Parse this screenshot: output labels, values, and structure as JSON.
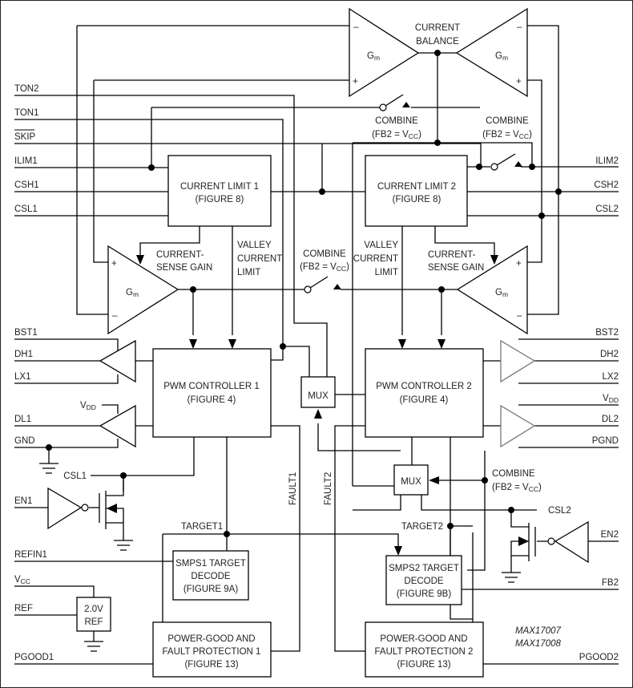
{
  "diagram": {
    "title": "MAX17007 / MAX17008 Functional Block Diagram",
    "part_numbers": [
      "MAX17007",
      "MAX17008"
    ],
    "left_pins": {
      "ton2": "TON2",
      "ton1": "TON1",
      "skip": "SKIP",
      "ilim1": "ILIM1",
      "csh1": "CSH1",
      "csl1": "CSL1",
      "bst1": "BST1",
      "dh1": "DH1",
      "lx1": "LX1",
      "vdd_main": "V",
      "vdd_sub": "DD",
      "dl1": "DL1",
      "gnd": "GND",
      "en1": "EN1",
      "refin1": "REFIN1",
      "vcc_main": "V",
      "vcc_sub": "CC",
      "ref": "REF",
      "pgood1": "PGOOD1"
    },
    "right_pins": {
      "ilim2": "ILIM2",
      "csh2": "CSH2",
      "csl2": "CSL2",
      "bst2": "BST2",
      "dh2": "DH2",
      "lx2": "LX2",
      "vdd_main": "V",
      "vdd_sub": "DD",
      "dl2": "DL2",
      "pgnd": "PGND",
      "en2": "EN2",
      "fb2": "FB2",
      "pgood2": "PGOOD2"
    },
    "blocks": {
      "current_limit_1": [
        "CURRENT LIMIT 1",
        "(FIGURE 8)"
      ],
      "current_limit_2": [
        "CURRENT LIMIT 2",
        "(FIGURE 8)"
      ],
      "pwm_controller_1": [
        "PWM CONTROLLER 1",
        "(FIGURE 4)"
      ],
      "pwm_controller_2": [
        "PWM CONTROLLER 2",
        "(FIGURE 4)"
      ],
      "mux_1": "MUX",
      "mux_2": "MUX",
      "smps1_target_decode": [
        "SMPS1 TARGET",
        "DECODE",
        "(FIGURE 9A)"
      ],
      "smps2_target_decode": [
        "SMPS2 TARGET",
        "DECODE",
        "(FIGURE 9B)"
      ],
      "ref_block": [
        "2.0V",
        "REF"
      ],
      "power_good_1": [
        "POWER-GOOD AND",
        "FAULT PROTECTION 1",
        "(FIGURE 13)"
      ],
      "power_good_2": [
        "POWER-GOOD AND",
        "FAULT PROTECTION 2",
        "(FIGURE 13)"
      ]
    },
    "amplifiers": {
      "gm_label_main": "G",
      "gm_label_sub": "m",
      "plus": "+",
      "minus": "–"
    },
    "labels": {
      "current_balance": [
        "CURRENT",
        "BALANCE"
      ],
      "combine": "COMBINE",
      "combine_cond_prefix": "(FB2 = V",
      "combine_cond_sub": "CC",
      "combine_cond_suffix": ")",
      "current_sense_gain": [
        "CURRENT-",
        "SENSE GAIN"
      ],
      "valley_current_limit": [
        "VALLEY",
        "CURRENT",
        "LIMIT"
      ],
      "target1": "TARGET1",
      "target2": "TARGET2",
      "fault1": "FAULT1",
      "fault2": "FAULT2",
      "csl1_internal": "CSL1",
      "csl2_internal": "CSL2"
    }
  }
}
